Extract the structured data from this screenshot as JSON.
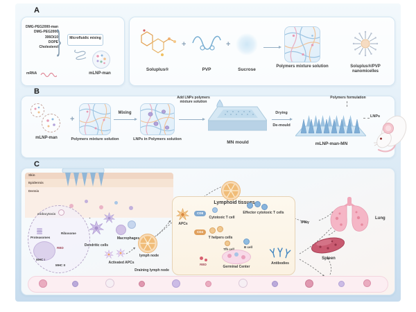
{
  "panelA": {
    "label": "A",
    "lnp": {
      "ingredients": [
        "DMG-PEG2000-man",
        "DMG-PEG2000",
        "306Oi10",
        "DOPE",
        "Cholesterol"
      ],
      "mrna": "mRNA",
      "brace": "}",
      "process": "Microfluidic mixing",
      "product": "mLNP-man"
    },
    "poly": {
      "soluplus": "Soluplus®",
      "plus": "+",
      "pvp": "PVP",
      "sucrose": "Sucrose",
      "mixture": "Polymers mixture solution",
      "micelles": "Soluplus®/PVP nanomicelles"
    }
  },
  "panelB": {
    "label": "B",
    "mlnp": "mLNP-man",
    "plus": "+",
    "mixture": "Polymers mixture solution",
    "mixing": "Mixing",
    "lnps_solution": "LNPs in Polymers solution",
    "add_lnps": "Add LNPs polymers mixture solution",
    "mould": "MN mould",
    "drying": "Drying",
    "demould": "De-mould",
    "formulation": "Polymers formulation",
    "lnps": "LNPs",
    "product": "mLNP-man-MN"
  },
  "panelC": {
    "label": "C",
    "skin": {
      "surface": "Skin",
      "epidermis": "Epidermis",
      "dermis": "Dermis"
    },
    "cell": {
      "endocytosis": "endocytosis",
      "proteasomes": "Proteasomes",
      "ribosome": "Ribosome",
      "rbd": "RBD",
      "mhc1": "MHC I",
      "mhc2": "MHC II"
    },
    "immune": {
      "dendritic": "Dendritic cells",
      "macrophages": "Macrophages",
      "activated": "Activated APCs",
      "lymph_node": "lymph node",
      "draining": "Draining lymph node"
    },
    "lymphoid": {
      "title": "Lymphoid tissues",
      "apcs": "APCs",
      "cd8": "CD8",
      "cytotoxic": "Cytotoxic T cell",
      "effector": "Effector cytotoxic T cells",
      "cd4": "CD4",
      "thelpers": "T helpers cells",
      "tfh": "Tfh cell",
      "bcell": "B cell",
      "rbd": "RBD",
      "germinal": "Germinal Center",
      "antibodies": "Antibodies"
    },
    "organs": {
      "ifng": "IFNγ",
      "lung": "Lung",
      "spleen": "Spleen"
    }
  }
}
